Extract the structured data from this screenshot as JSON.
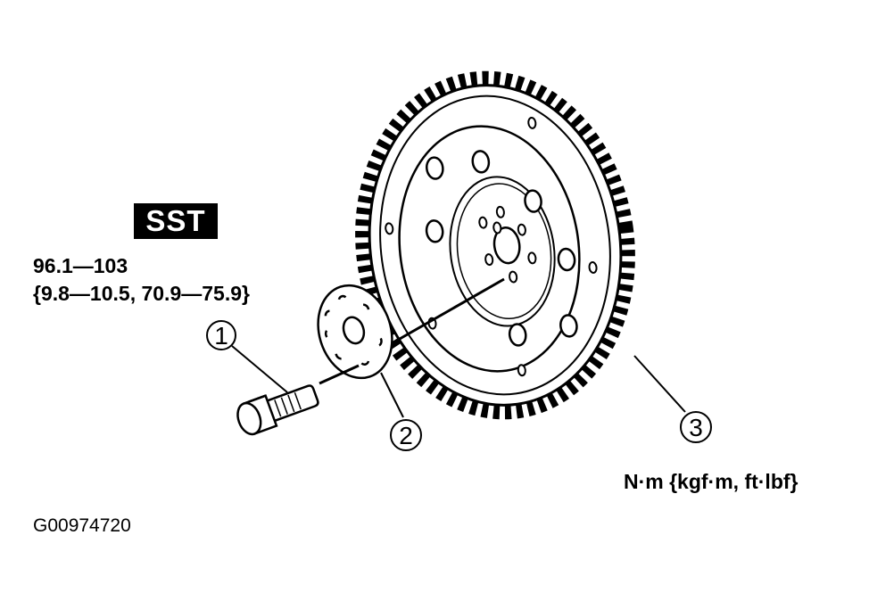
{
  "badge": {
    "label": "SST"
  },
  "torque_spec": {
    "line1": "96.1—103",
    "line2": "{9.8—10.5, 70.9—75.9}"
  },
  "units": "N·m {kgf·m, ft·lbf}",
  "figure_id": "G00974720",
  "callouts": {
    "c1": "1",
    "c2": "2",
    "c3": "3"
  },
  "parts": [
    {
      "callout": "1",
      "icon": "bolt-icon"
    },
    {
      "callout": "2",
      "icon": "backing-plate-icon"
    },
    {
      "callout": "3",
      "icon": "flywheel-ring-gear-icon"
    }
  ]
}
